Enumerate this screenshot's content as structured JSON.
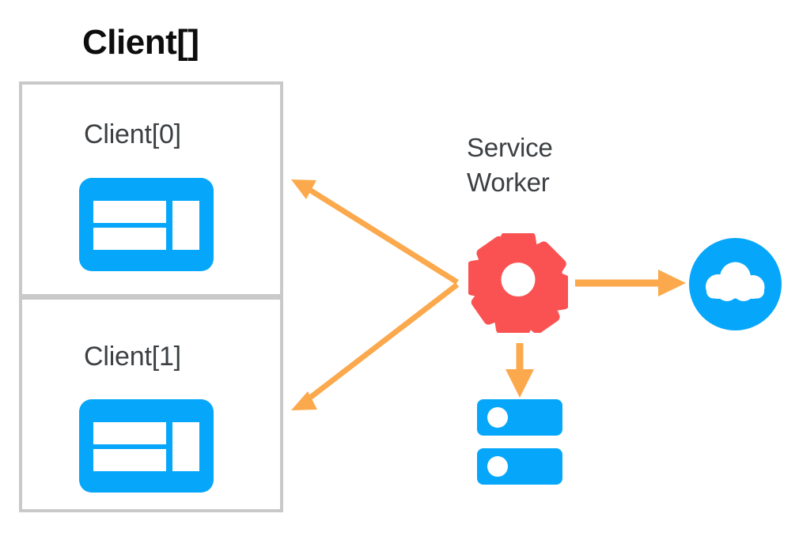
{
  "diagram": {
    "title": "Client[] and Service Worker architecture",
    "background": "#ffffff"
  },
  "colors": {
    "blue": "#06A7FA",
    "red": "#FA5252",
    "orange": "#FBA94C",
    "box_border": "#C9C9C9",
    "text_dark": "#3C4043",
    "title_black": "#0D0D0D",
    "white": "#FFFFFF"
  },
  "header": {
    "title": "Client[]"
  },
  "clients": [
    {
      "label": "Client[0]",
      "icon": "browser-window-icon"
    },
    {
      "label": "Client[1]",
      "icon": "browser-window-icon"
    }
  ],
  "service_worker": {
    "label_line1": "Service",
    "label_line2": "Worker",
    "icon": "gear-icon"
  },
  "nodes": {
    "cloud": {
      "icon": "cloud-icon",
      "label": ""
    },
    "database": {
      "icon": "database-icon",
      "label": ""
    }
  },
  "arrows": [
    {
      "name": "sw-to-client0",
      "from": "service-worker",
      "to": "client-0",
      "direction": "up-left",
      "color": "#FBA94C"
    },
    {
      "name": "sw-to-client1",
      "from": "service-worker",
      "to": "client-1",
      "direction": "down-left",
      "color": "#FBA94C"
    },
    {
      "name": "sw-to-cloud",
      "from": "service-worker",
      "to": "cloud",
      "direction": "right",
      "color": "#FBA94C"
    },
    {
      "name": "sw-to-database",
      "from": "service-worker",
      "to": "database",
      "direction": "down",
      "color": "#FBA94C"
    }
  ]
}
